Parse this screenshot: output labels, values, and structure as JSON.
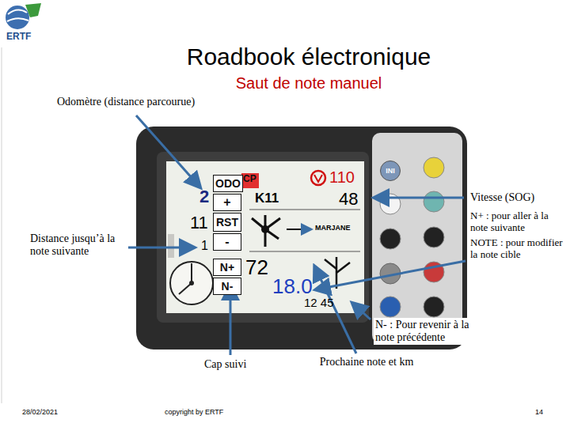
{
  "diagram": {
    "title": "Roadbook électronique",
    "nodes": [
      {
        "text": [
          "ODO"
        ]
      },
      {
        "text": [
          "+"
        ]
      },
      {
        "text": [
          "RST"
        ]
      },
      {
        "text": [
          "-"
        ]
      },
      {
        "text": [
          "N+"
        ]
      },
      {
        "text": [
          "N-"
        ]
      },
      {
        "text": [
          "INI"
        ]
      }
    ],
    "labels": [
      "Saut de note manuel",
      "ERTF",
      "Odomètre (distance parcourue)",
      "Distance jusqu’à la note suivante",
      "Vitesse (SOG)",
      "N+ : pour aller à la note suivante",
      "NOTE : pour modifier la note cible",
      "N- : Pour revenir à la note précédente",
      "Cap suivi",
      "Prochaine note et km",
      "CP",
      "K11",
      "110",
      "48",
      "MARJANE",
      "2",
      "11",
      "1",
      "72",
      "18.0",
      "12 45",
      "28/02/2021",
      "copyright by ERTF",
      "14"
    ]
  }
}
